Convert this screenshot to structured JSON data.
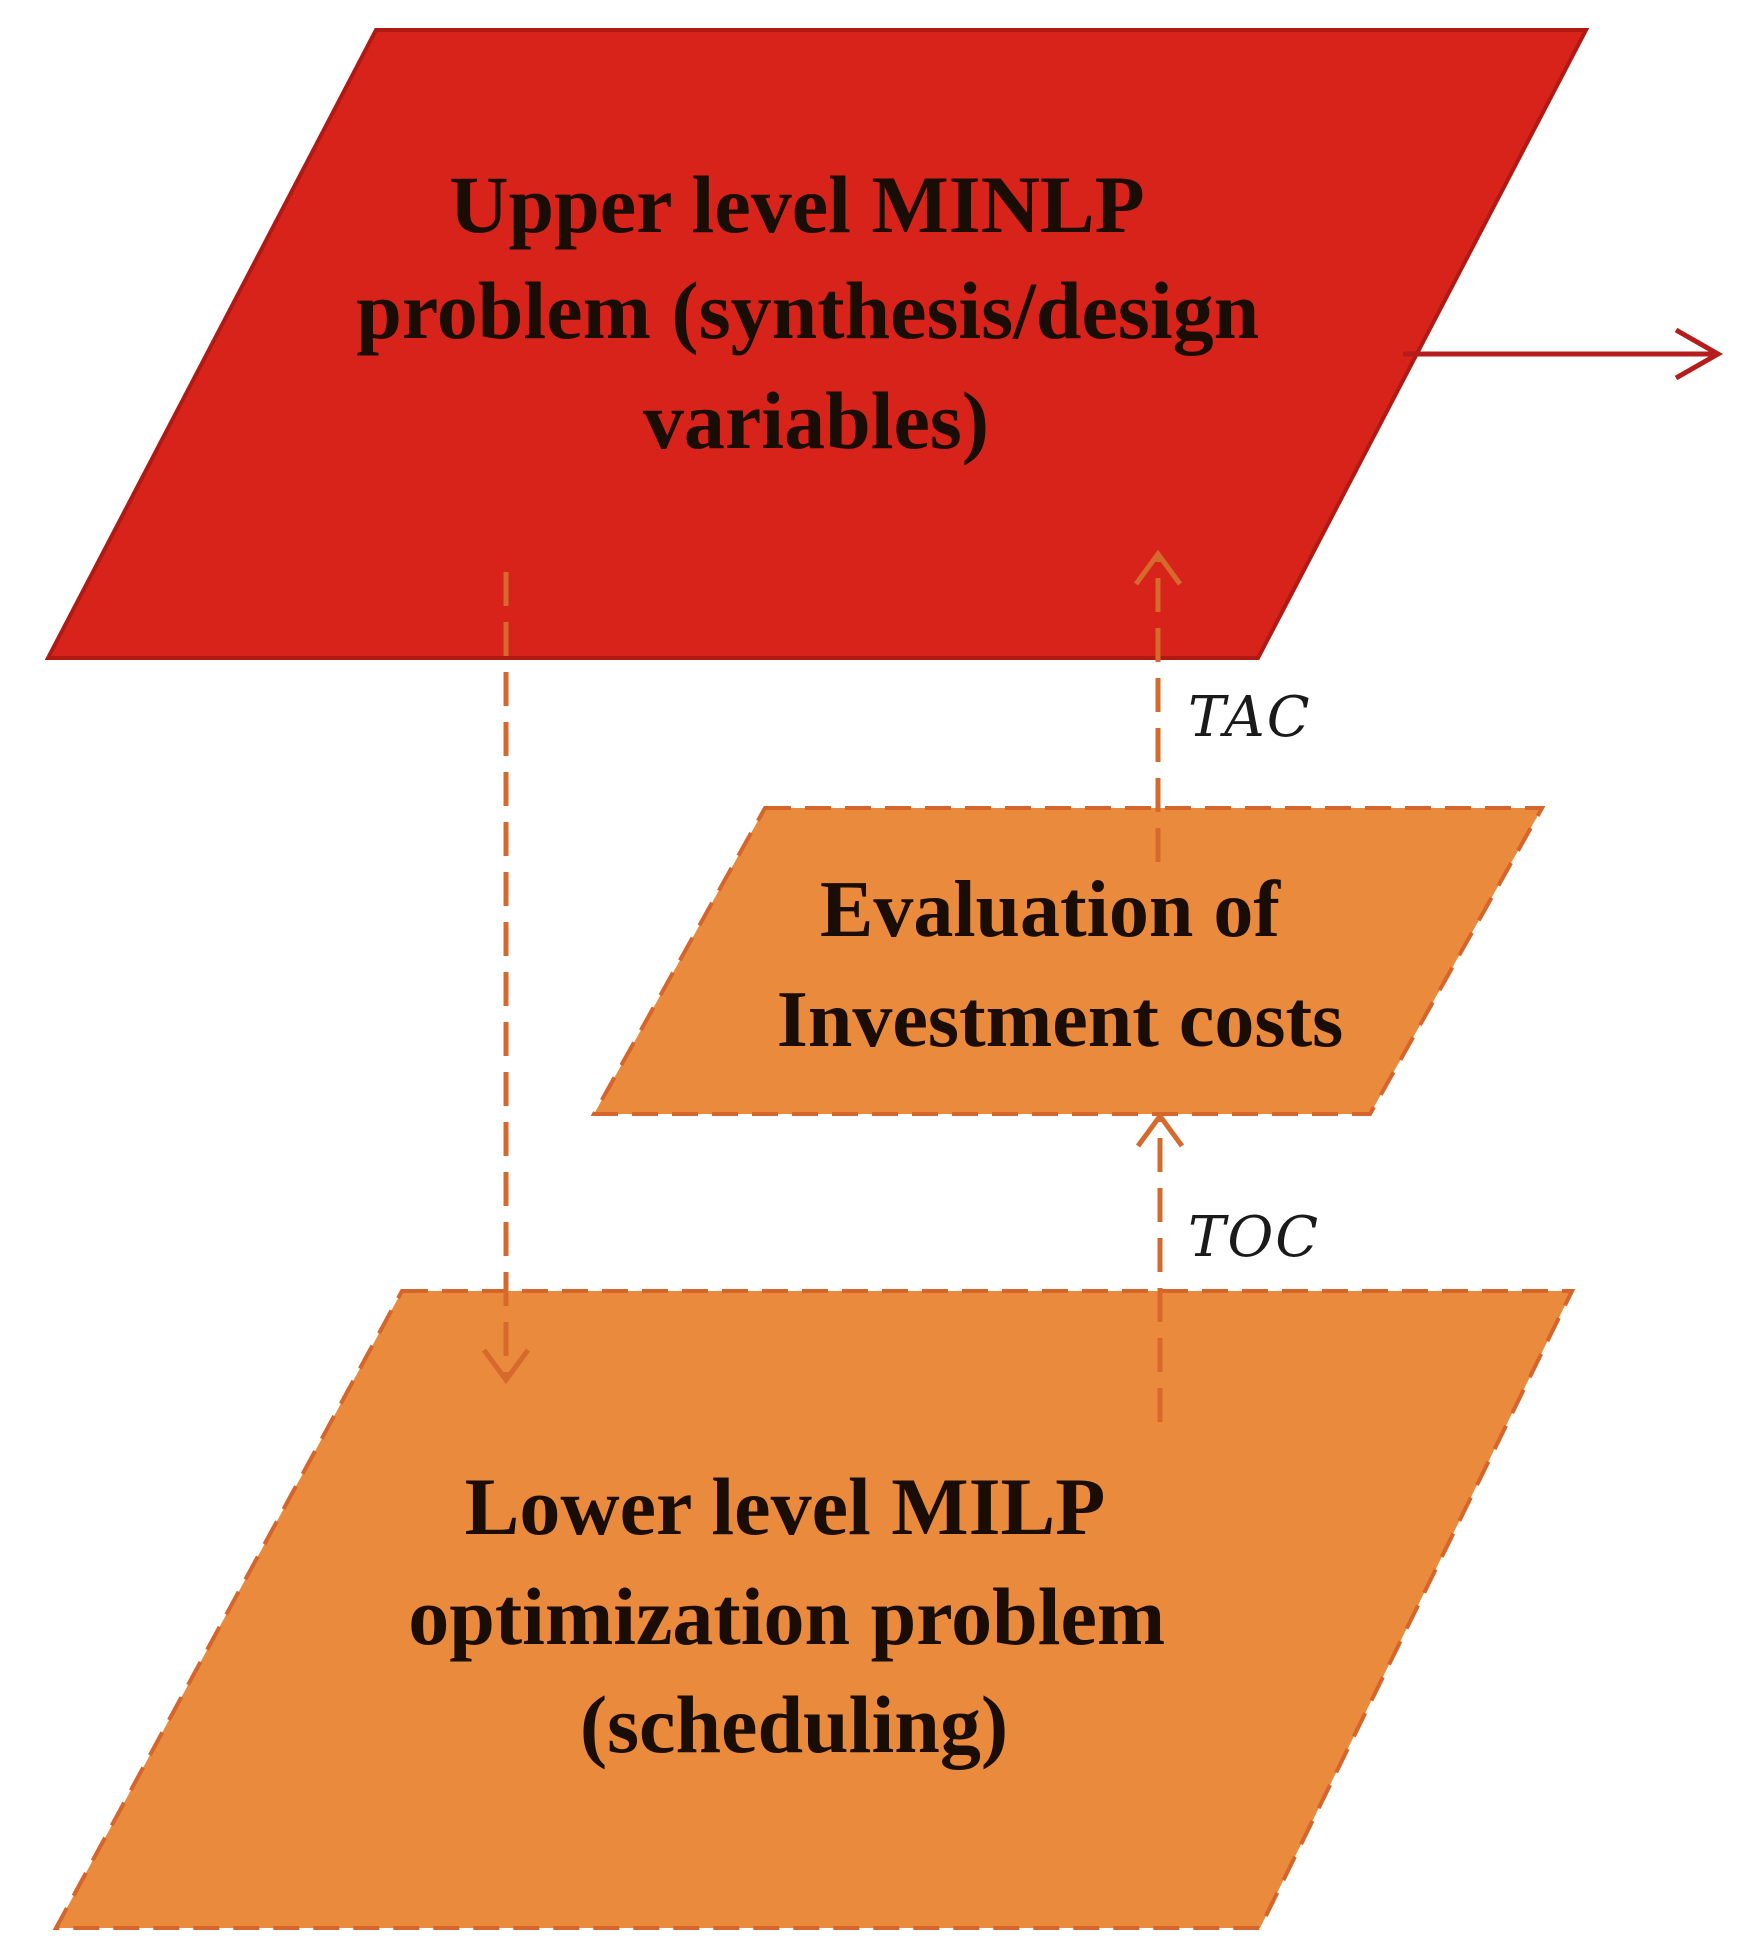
{
  "colors": {
    "upper_fill": "#d8231b",
    "upper_stroke": "#b11a14",
    "orange_fill": "#ea8a3d",
    "orange_stroke": "#d5652a",
    "dashed_arrow": "#d56a2c",
    "output_arrow": "#b51c1c",
    "text": "#1a0d05"
  },
  "nodes": {
    "upper": {
      "line1": "Upper level MINLP",
      "line2": "problem (synthesis/design",
      "line3": "variables)"
    },
    "evaluation": {
      "line1": "Evaluation of",
      "line2": "Investment costs"
    },
    "lower": {
      "line1": "Lower level MILP",
      "line2": "optimization problem",
      "line3": "(scheduling)"
    }
  },
  "edges": {
    "tac_label": "TAC",
    "toc_label": "TOC"
  }
}
